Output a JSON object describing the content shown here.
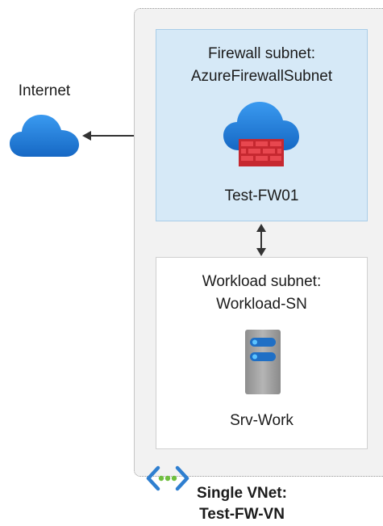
{
  "internet": {
    "label": "Internet",
    "icon": "cloud-icon"
  },
  "firewall_subnet": {
    "title_line1": "Firewall subnet:",
    "title_line2": "AzureFirewallSubnet",
    "node_label": "Test-FW01",
    "icon": "firewall-cloud-icon"
  },
  "workload_subnet": {
    "title_line1": "Workload subnet:",
    "title_line2": "Workload-SN",
    "node_label": "Srv-Work",
    "icon": "server-icon"
  },
  "vnet": {
    "label_line1": "Single VNet:",
    "label_line2": "Test-FW-VN",
    "icon": "vnet-icon"
  },
  "colors": {
    "cloud_blue": "#1f7fd6",
    "firewall_red": "#d8323a",
    "subnet_blue": "#d6e9f7",
    "vnet_icon_blue": "#2f7fd0",
    "vnet_icon_green": "#6fbf3e"
  }
}
